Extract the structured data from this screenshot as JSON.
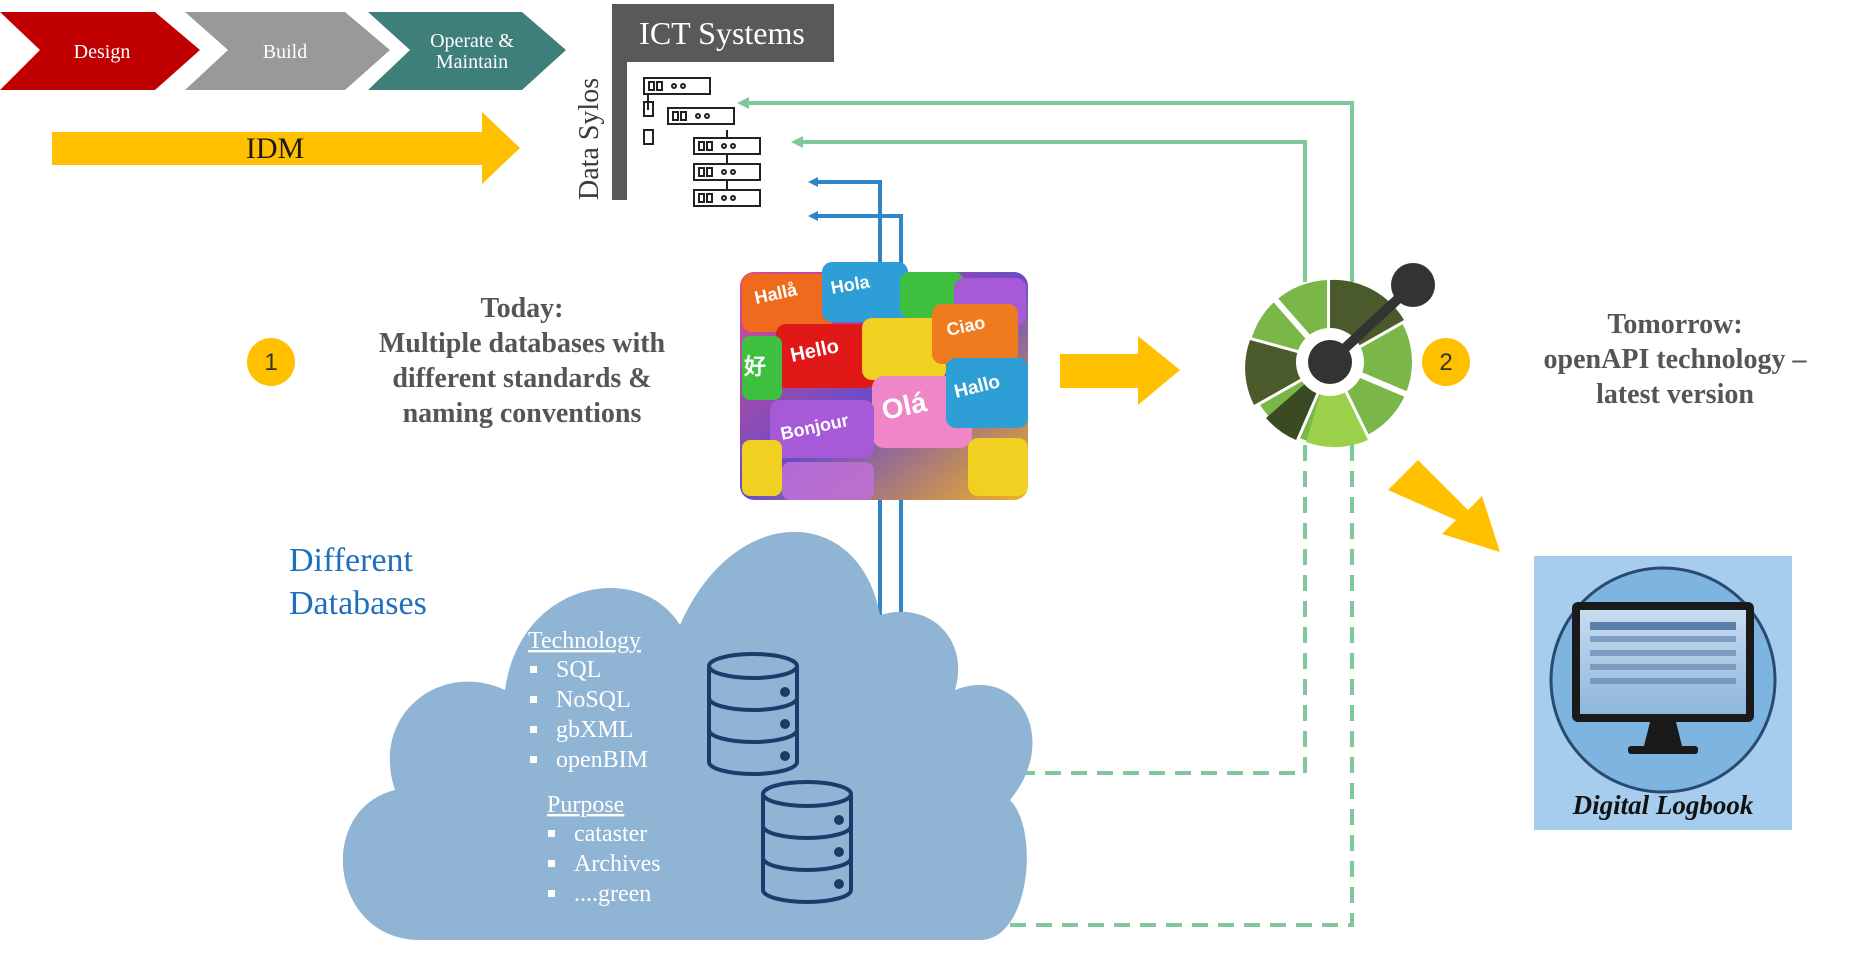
{
  "stages": [
    {
      "label": "Design",
      "color": "#c00000"
    },
    {
      "label": "Build",
      "color": "#999999"
    },
    {
      "label": "Operate &",
      "label2": "Maintain",
      "color": "#3f7f7a"
    }
  ],
  "idm": {
    "label": "IDM",
    "color": "#ffc000"
  },
  "ict": {
    "title": "ICT Systems",
    "sylos": "Data Sylos"
  },
  "today": {
    "number": "1",
    "line1": "Today:",
    "line2": "Multiple databases with",
    "line3": "different standards &",
    "line4": "naming conventions"
  },
  "keyboard_words": [
    "Hallå",
    "Hola",
    "Ciao",
    "Hello",
    "Olá",
    "Hallo",
    "Bonjour",
    "好"
  ],
  "tomorrow": {
    "number": "2",
    "line1": "Tomorrow:",
    "line2": "openAPI technology –",
    "line3": "latest version"
  },
  "databases": {
    "title1": "Different",
    "title2": "Databases",
    "technology_heading": "Technology",
    "technology": [
      "SQL",
      "NoSQL",
      "gbXML",
      "openBIM"
    ],
    "purpose_heading": "Purpose",
    "purpose": [
      "cataster",
      "Archives",
      "....green"
    ]
  },
  "logbook": {
    "label": "Digital Logbook"
  },
  "colors": {
    "blue_arrow": "#2e86c8",
    "green_arrow": "#7ec89a",
    "yellow": "#ffc000",
    "cloud": "#8fb4d4"
  }
}
